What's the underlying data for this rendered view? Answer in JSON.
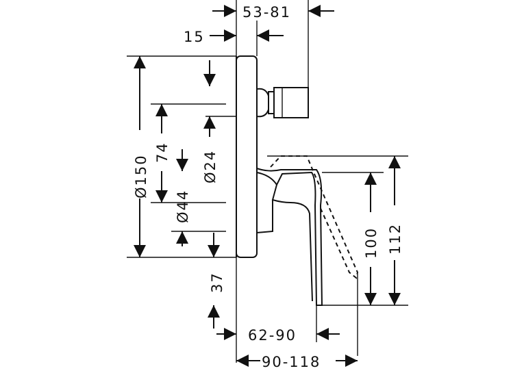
{
  "dimensions": {
    "top_depth": "53-81",
    "top_offset": "15",
    "plate_diameter": "Ø150",
    "center_74": "74",
    "sleeve_24": "Ø24",
    "sleeve_44": "Ø44",
    "bottom_37": "37",
    "spout_100": "100",
    "spout_112": "112",
    "projection_62_90": "62-90",
    "projection_90_118": "90-118"
  }
}
